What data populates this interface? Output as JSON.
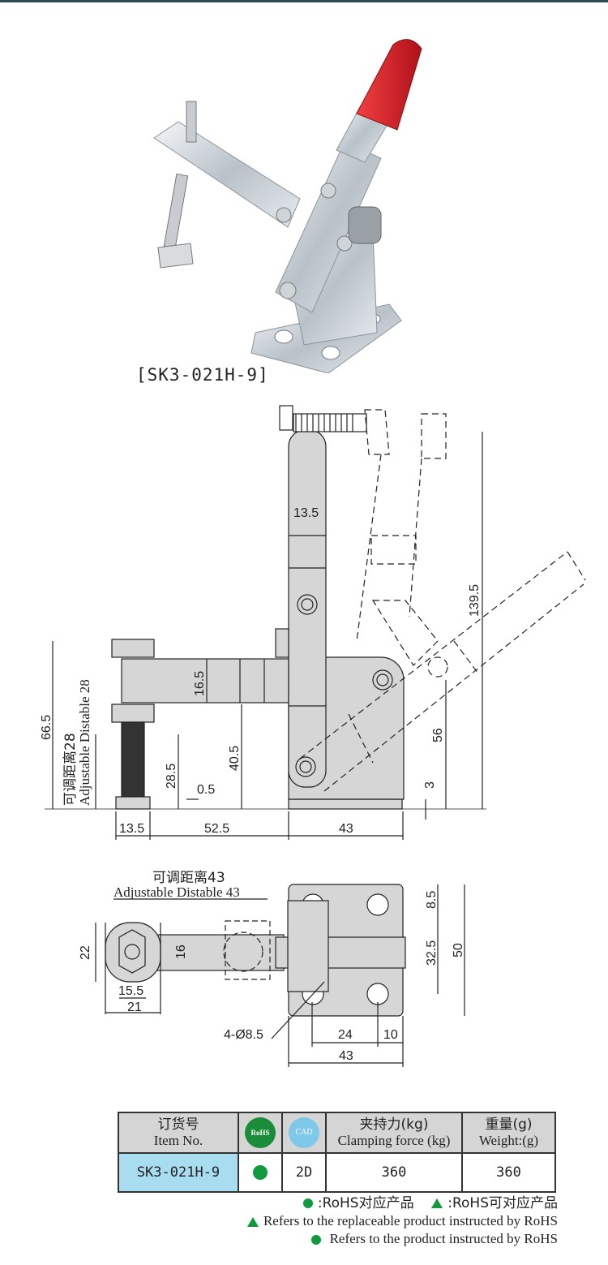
{
  "caption": {
    "model": "[SK3-021H-9]"
  },
  "drawing": {
    "side": {
      "d13_5_top": "13.5",
      "d139_5": "139.5",
      "d66_5": "66.5",
      "adj_cn": "可调距离28",
      "adj_en": "Adjustable Distable 28",
      "d16_5": "16.5",
      "d40_5": "40.5",
      "d28_5": "28.5",
      "d0_5": "0.5",
      "d56": "56",
      "d3": "3",
      "d13_5": "13.5",
      "d52_5": "52.5",
      "d43": "43"
    },
    "top": {
      "adj_cn": "可调距离43",
      "adj_en": "Adjustable Distable 43",
      "d22": "22",
      "d16": "16",
      "d15_5": "15.5",
      "d21": "21",
      "d8_5": "8.5",
      "d32_5": "32.5",
      "d50": "50",
      "holes": "4-Ø8.5",
      "d24": "24",
      "d10": "10",
      "d43": "43"
    }
  },
  "table": {
    "h_item_cn": "订货号",
    "h_item_en": "Item No.",
    "rohs_badge": "RoHS",
    "cad_badge": "CAD",
    "h_force_cn": "夹持力(kg)",
    "h_force_en": "Clamping force (kg)",
    "h_weight_cn": "重量(g)",
    "h_weight_en": "Weight:(g)",
    "row": {
      "item": "SK3-021H-9",
      "cad": "2D",
      "force": "360",
      "weight": "360"
    }
  },
  "notes": {
    "line1_a": ":RoHS对应产品",
    "line1_b": ":RoHS可对应产品",
    "line2": "Refers to the replaceable product instructed by RoHS",
    "line3": "Refers to the product instructed by RoHS"
  },
  "colors": {
    "rohs": "#0f9b3d",
    "header": "#d5d5d5",
    "item_cell": "#a8dcef",
    "handle": "#d41e28"
  }
}
